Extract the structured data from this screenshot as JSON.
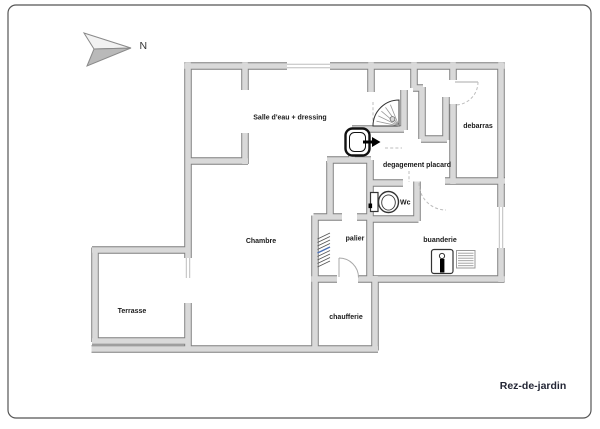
{
  "title": "Rez-de-jardin",
  "compass": {
    "label": "N"
  },
  "rooms": [
    {
      "id": "salle-deau-dressing",
      "label": "Salle d'eau + dressing"
    },
    {
      "id": "debarras",
      "label": "debarras"
    },
    {
      "id": "degagement-placard",
      "label": "degagement placard"
    },
    {
      "id": "wc",
      "label": "Wc"
    },
    {
      "id": "chambre",
      "label": "Chambre"
    },
    {
      "id": "palier",
      "label": "palier"
    },
    {
      "id": "buanderie",
      "label": "buanderie"
    },
    {
      "id": "terrasse",
      "label": "Terrasse"
    },
    {
      "id": "chaufferie",
      "label": "chaufferie"
    }
  ],
  "fixtures": [
    {
      "name": "north-arrow-icon"
    },
    {
      "name": "shower-icon"
    },
    {
      "name": "washbasin-icon"
    },
    {
      "name": "toilet-icon"
    },
    {
      "name": "washing-machine-icon"
    },
    {
      "name": "radiator-icon"
    },
    {
      "name": "stairs-icon"
    },
    {
      "name": "door-swing-arc"
    },
    {
      "name": "window-line"
    }
  ],
  "colors": {
    "wall_fill": "#d9d9d9",
    "wall_outline": "#7f7f7f",
    "thin_line": "#bdbdbd",
    "stair_accent": "#4a6fb5",
    "title_color": "#232635",
    "border_color": "#555555",
    "label_color": "#1a1a1a",
    "fixture_dark": "#000000"
  }
}
